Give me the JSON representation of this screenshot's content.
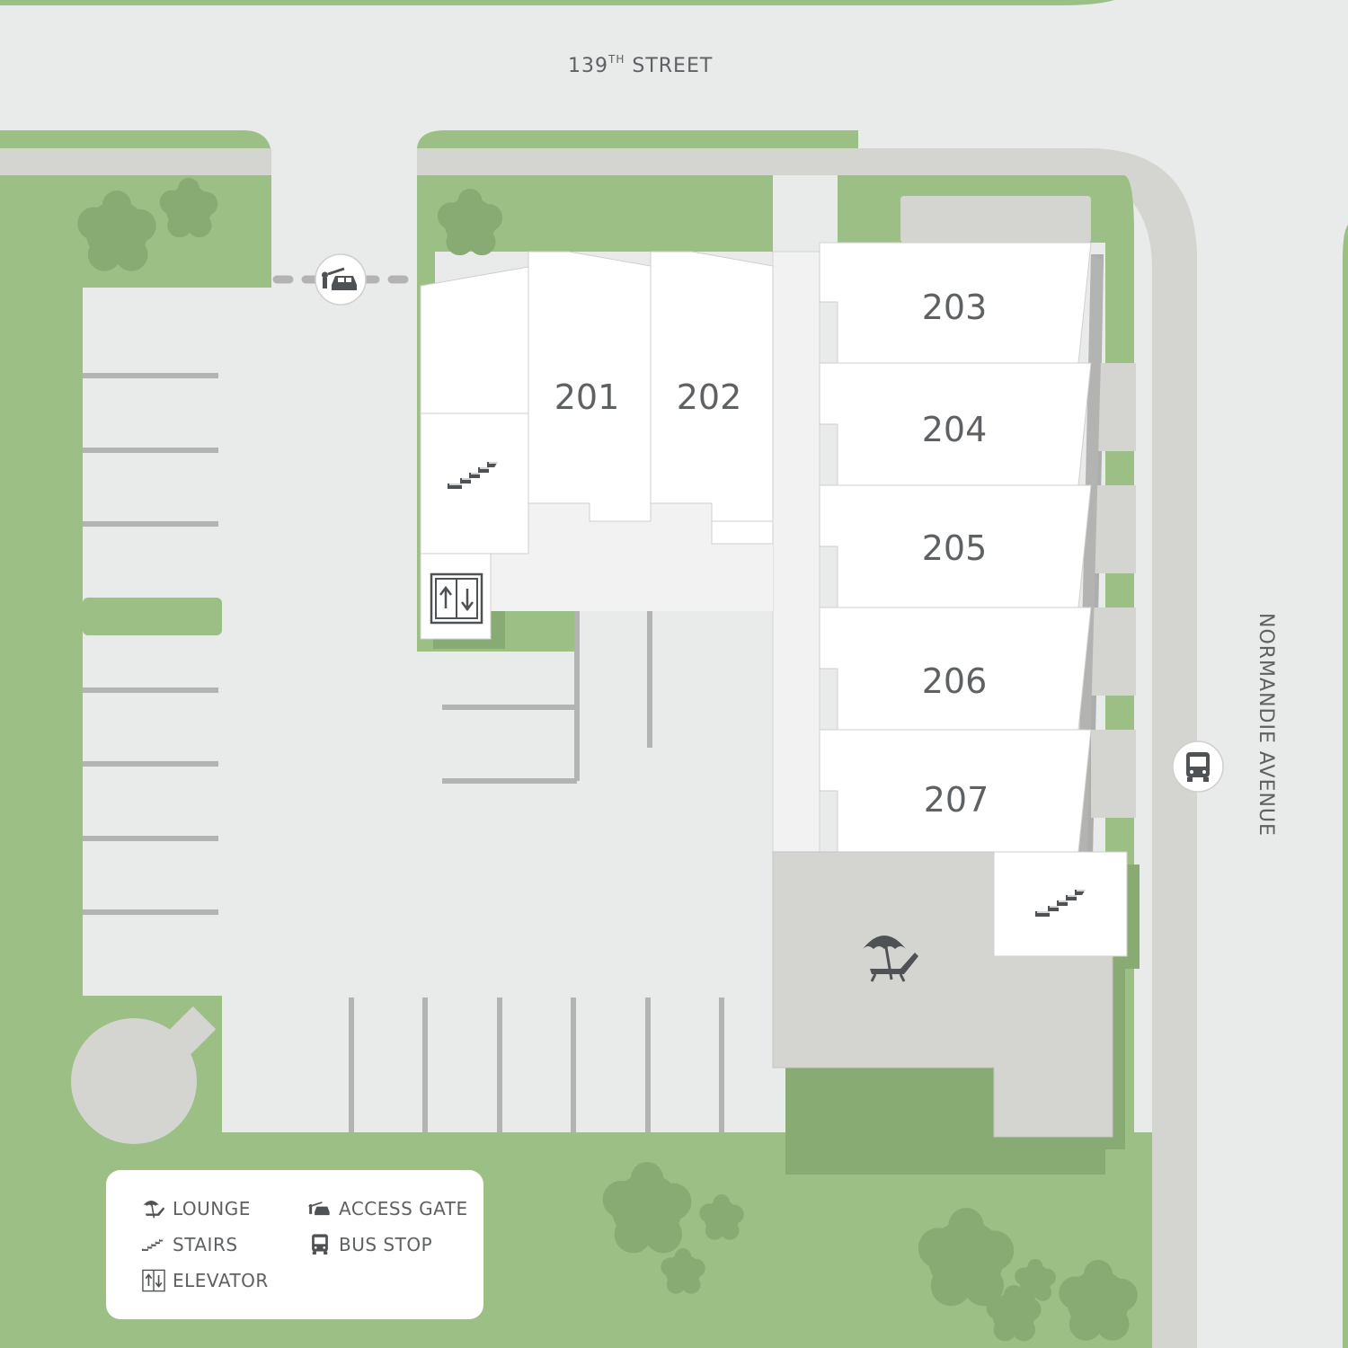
{
  "streets": {
    "north_main": "139",
    "north_sup": "TH",
    "north_rest": " STREET",
    "east": "NORMANDIE AVENUE"
  },
  "units": [
    "201",
    "202",
    "203",
    "204",
    "205",
    "206",
    "207"
  ],
  "legend": {
    "lounge": "LOUNGE",
    "stairs": "STAIRS",
    "elevator": "ELEVATOR",
    "access_gate": "ACCESS GATE",
    "bus_stop": "BUS STOP"
  },
  "icons": [
    "lounge-icon",
    "stairs-icon",
    "elevator-icon",
    "access-gate-icon",
    "bus-stop-icon"
  ],
  "colors": {
    "grass": "#9bbf85",
    "tree": "#88ab73",
    "road": "#e9eaea",
    "sidewalk": "#d4d5d1",
    "building": "#ffffff",
    "corridor": "#f2f2f2",
    "lounge_deck": "#d4d5d1",
    "parking_line": "#b3b4b2",
    "text": "#5e6163",
    "icon": "#4f5254"
  }
}
